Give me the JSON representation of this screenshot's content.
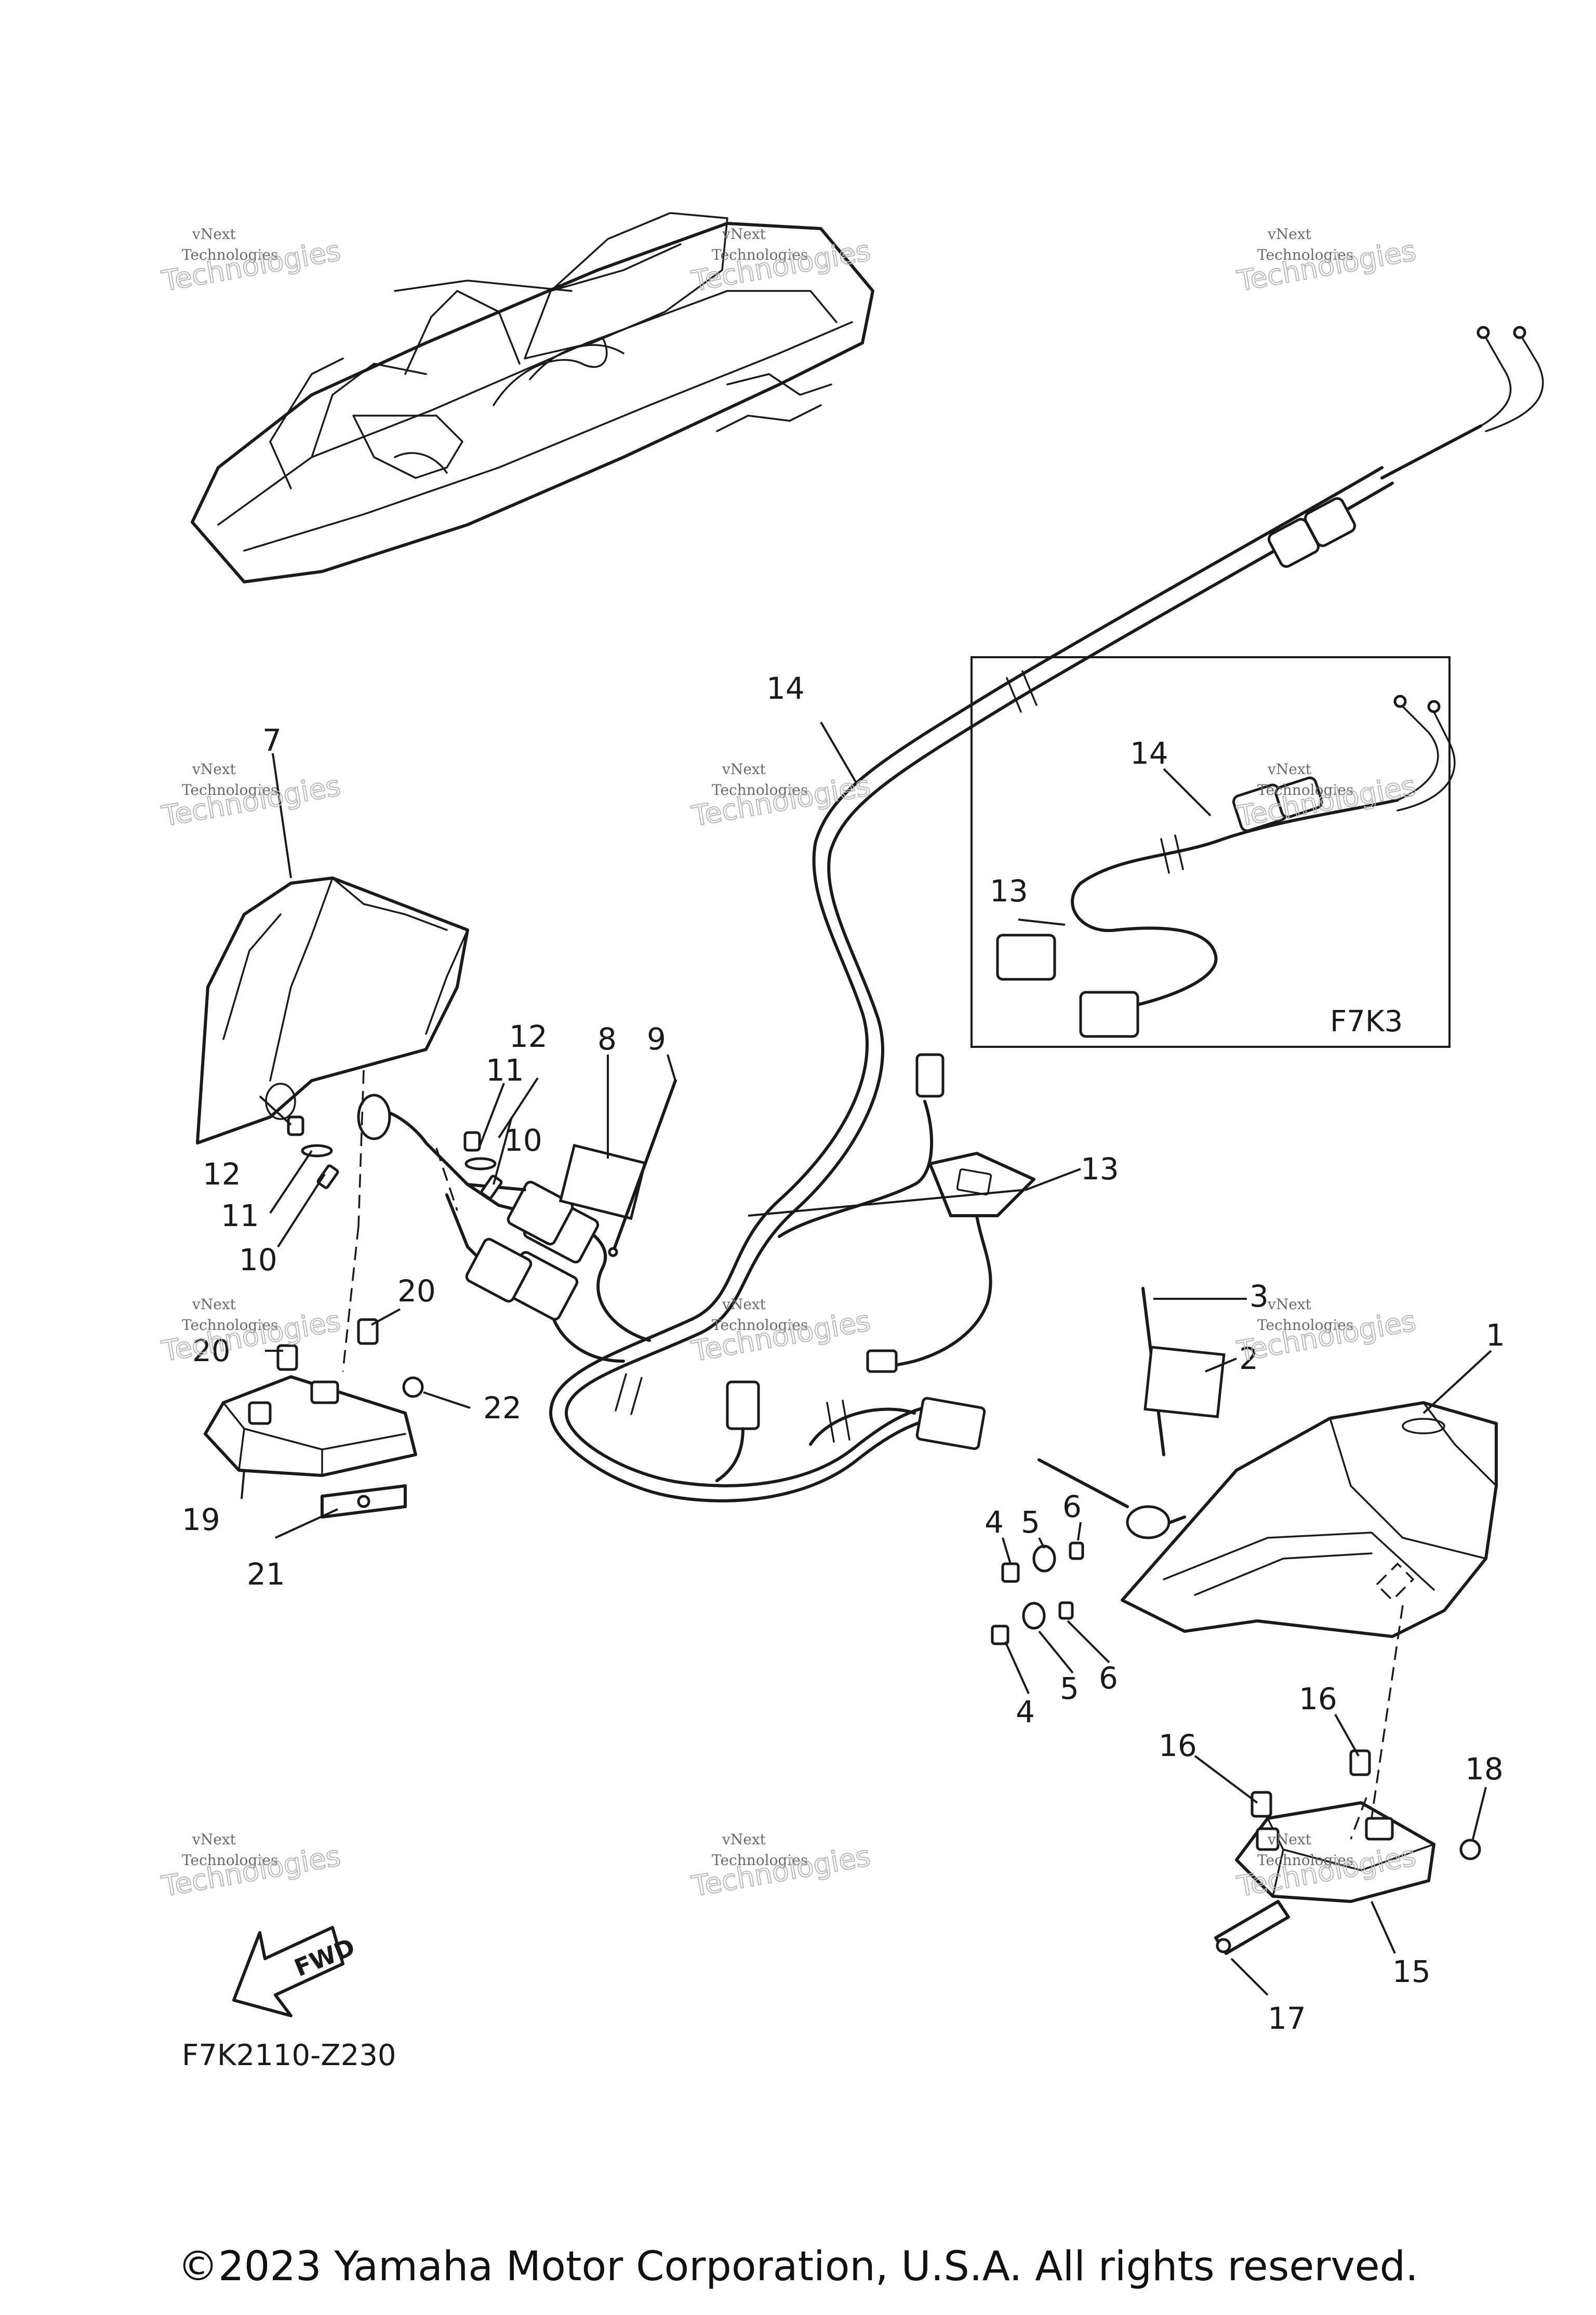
{
  "watermark": {
    "line1": "vNext",
    "line2": "Technologies"
  },
  "callouts": {
    "c1": "1",
    "c2": "2",
    "c3": "3",
    "c4a": "4",
    "c4b": "4",
    "c5a": "5",
    "c5b": "5",
    "c6a": "6",
    "c6b": "6",
    "c7": "7",
    "c8": "8",
    "c9": "9",
    "c10a": "10",
    "c10b": "10",
    "c11a": "11",
    "c11b": "11",
    "c12a": "12",
    "c12b": "12",
    "c13a": "13",
    "c13b": "13",
    "c14a": "14",
    "c14b": "14",
    "c15": "15",
    "c16a": "16",
    "c16b": "16",
    "c17": "17",
    "c18": "18",
    "c19": "19",
    "c20a": "20",
    "c20b": "20",
    "c21": "21",
    "c22": "22"
  },
  "inset_code": "F7K3",
  "fwd_label": "FWD",
  "diagram_code": "F7K2110-Z230",
  "copyright": "©2023 Yamaha Motor Corporation, U.S.A. All rights reserved.",
  "colors": {
    "ink": "#1a1a1a",
    "watermark": "#b8b8b8",
    "background": "#ffffff"
  }
}
